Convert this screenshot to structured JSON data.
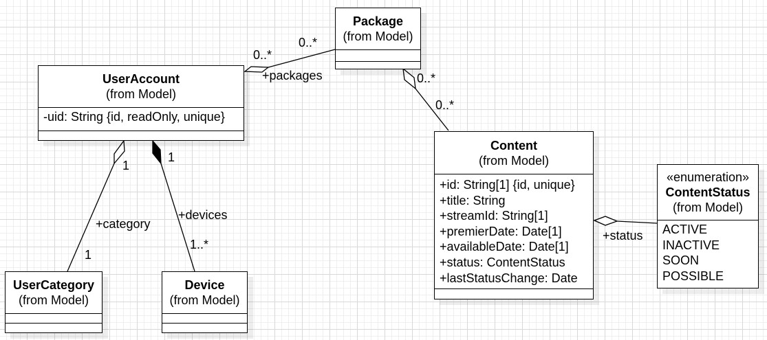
{
  "classes": {
    "package": {
      "name": "Package",
      "package": "(from Model)",
      "attributes": []
    },
    "user_account": {
      "name": "UserAccount",
      "package": "(from Model)",
      "attributes": [
        "-uid: String {id, readOnly, unique}"
      ]
    },
    "content": {
      "name": "Content",
      "package": "(from Model)",
      "attributes": [
        "+id: String[1] {id, unique}",
        "+title: String",
        "+streamId: String[1]",
        "+premierDate: Date[1]",
        "+availableDate: Date[1]",
        "+status: ContentStatus",
        "+lastStatusChange: Date"
      ]
    },
    "content_status": {
      "stereotype": "«enumeration»",
      "name": "ContentStatus",
      "package": "(from Model)",
      "literals": [
        "ACTIVE",
        "INACTIVE",
        "SOON",
        "POSSIBLE"
      ]
    },
    "user_category": {
      "name": "UserCategory",
      "package": "(from Model)",
      "attributes": []
    },
    "device": {
      "name": "Device",
      "package": "(from Model)",
      "attributes": []
    }
  },
  "associations": {
    "useraccount_package": {
      "role": "+packages",
      "mult_account_end": "0..*",
      "mult_package_end": "0..*"
    },
    "package_content": {
      "mult_package_end": "0..*",
      "mult_content_end": "0..*"
    },
    "useraccount_category": {
      "role": "+category",
      "mult_account_end": "1",
      "mult_category_end": "1"
    },
    "useraccount_device": {
      "role": "+devices",
      "mult_account_end": "1",
      "mult_device_end": "1..*"
    },
    "content_status": {
      "role": "+status"
    }
  }
}
